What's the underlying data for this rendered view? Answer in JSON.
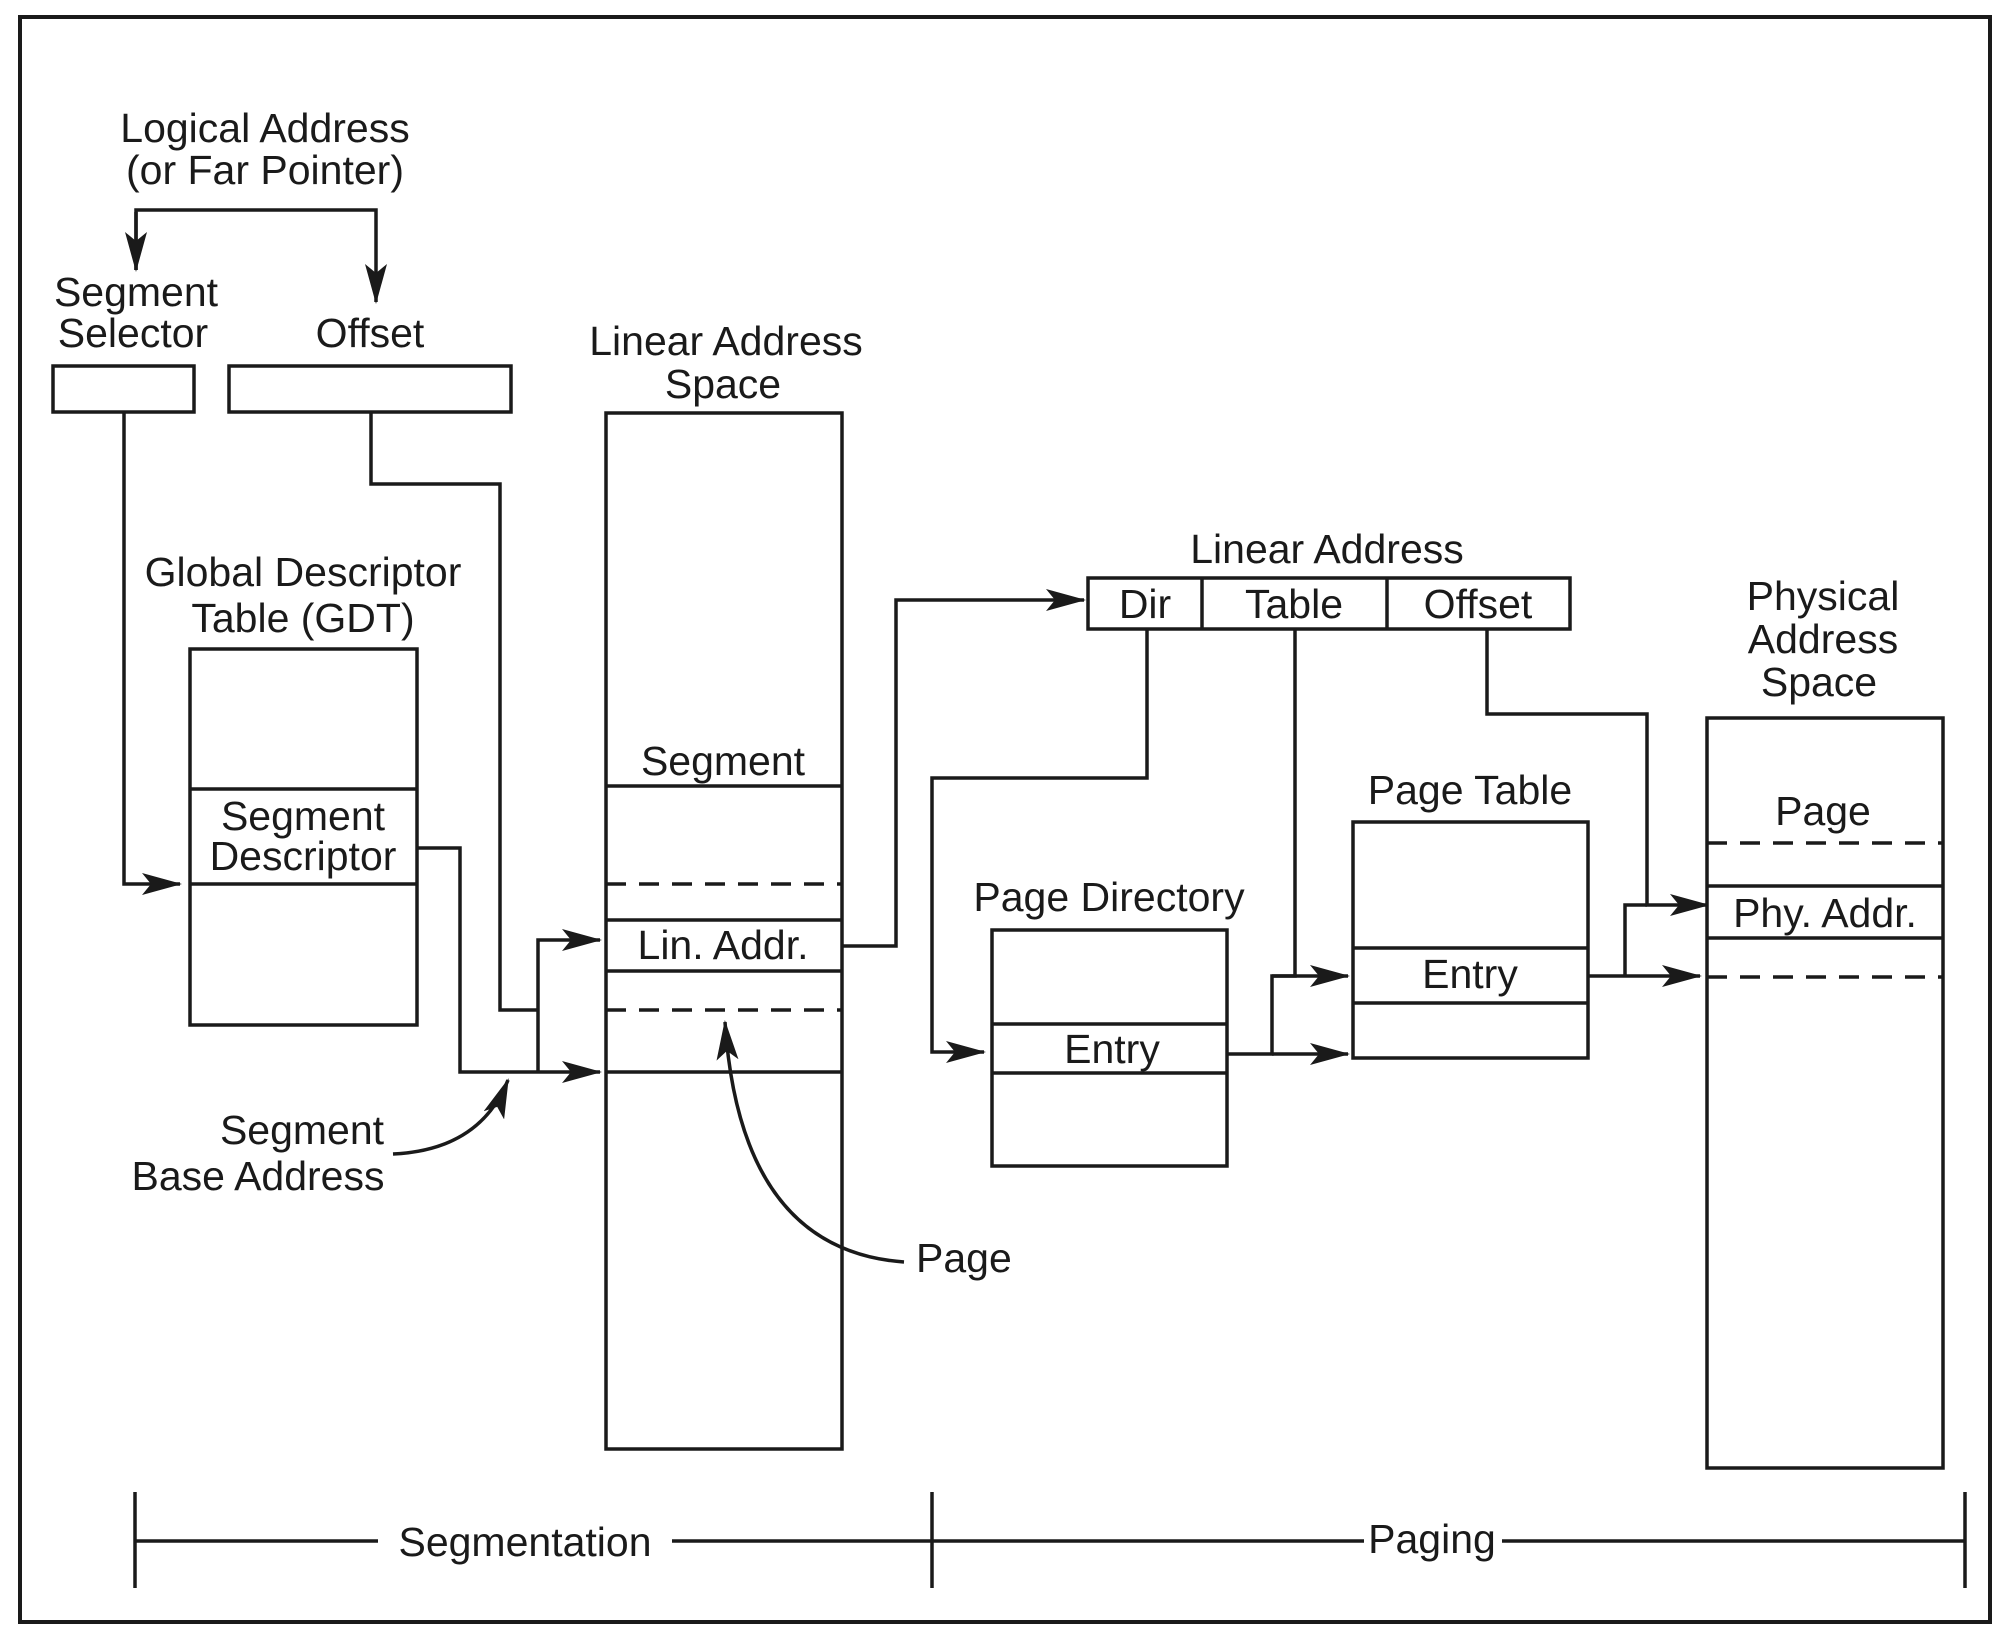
{
  "logical_address": {
    "line1": "Logical Address",
    "line2": "(or Far Pointer)"
  },
  "segment_selector": {
    "line1": "Segment",
    "line2": "Selector"
  },
  "offset_label": "Offset",
  "gdt": {
    "title_line1": "Global Descriptor",
    "title_line2": "Table (GDT)",
    "descriptor_line1": "Segment",
    "descriptor_line2": "Descriptor"
  },
  "segment_base": {
    "line1": "Segment",
    "line2": "Base Address"
  },
  "linear_space": {
    "title_line1": "Linear Address",
    "title_line2": "Space",
    "segment_label": "Segment",
    "lin_addr_label": "Lin. Addr."
  },
  "page_annotation": "Page",
  "linear_address": {
    "title": "Linear Address",
    "fields": [
      "Dir",
      "Table",
      "Offset"
    ]
  },
  "page_directory": {
    "title": "Page Directory",
    "entry": "Entry"
  },
  "page_table": {
    "title": "Page Table",
    "entry": "Entry"
  },
  "physical_space": {
    "title_line1": "Physical",
    "title_line2": "Address",
    "title_line3": "Space",
    "page_label": "Page",
    "phy_addr_label": "Phy. Addr."
  },
  "phases": {
    "segmentation": "Segmentation",
    "paging": "Paging"
  }
}
